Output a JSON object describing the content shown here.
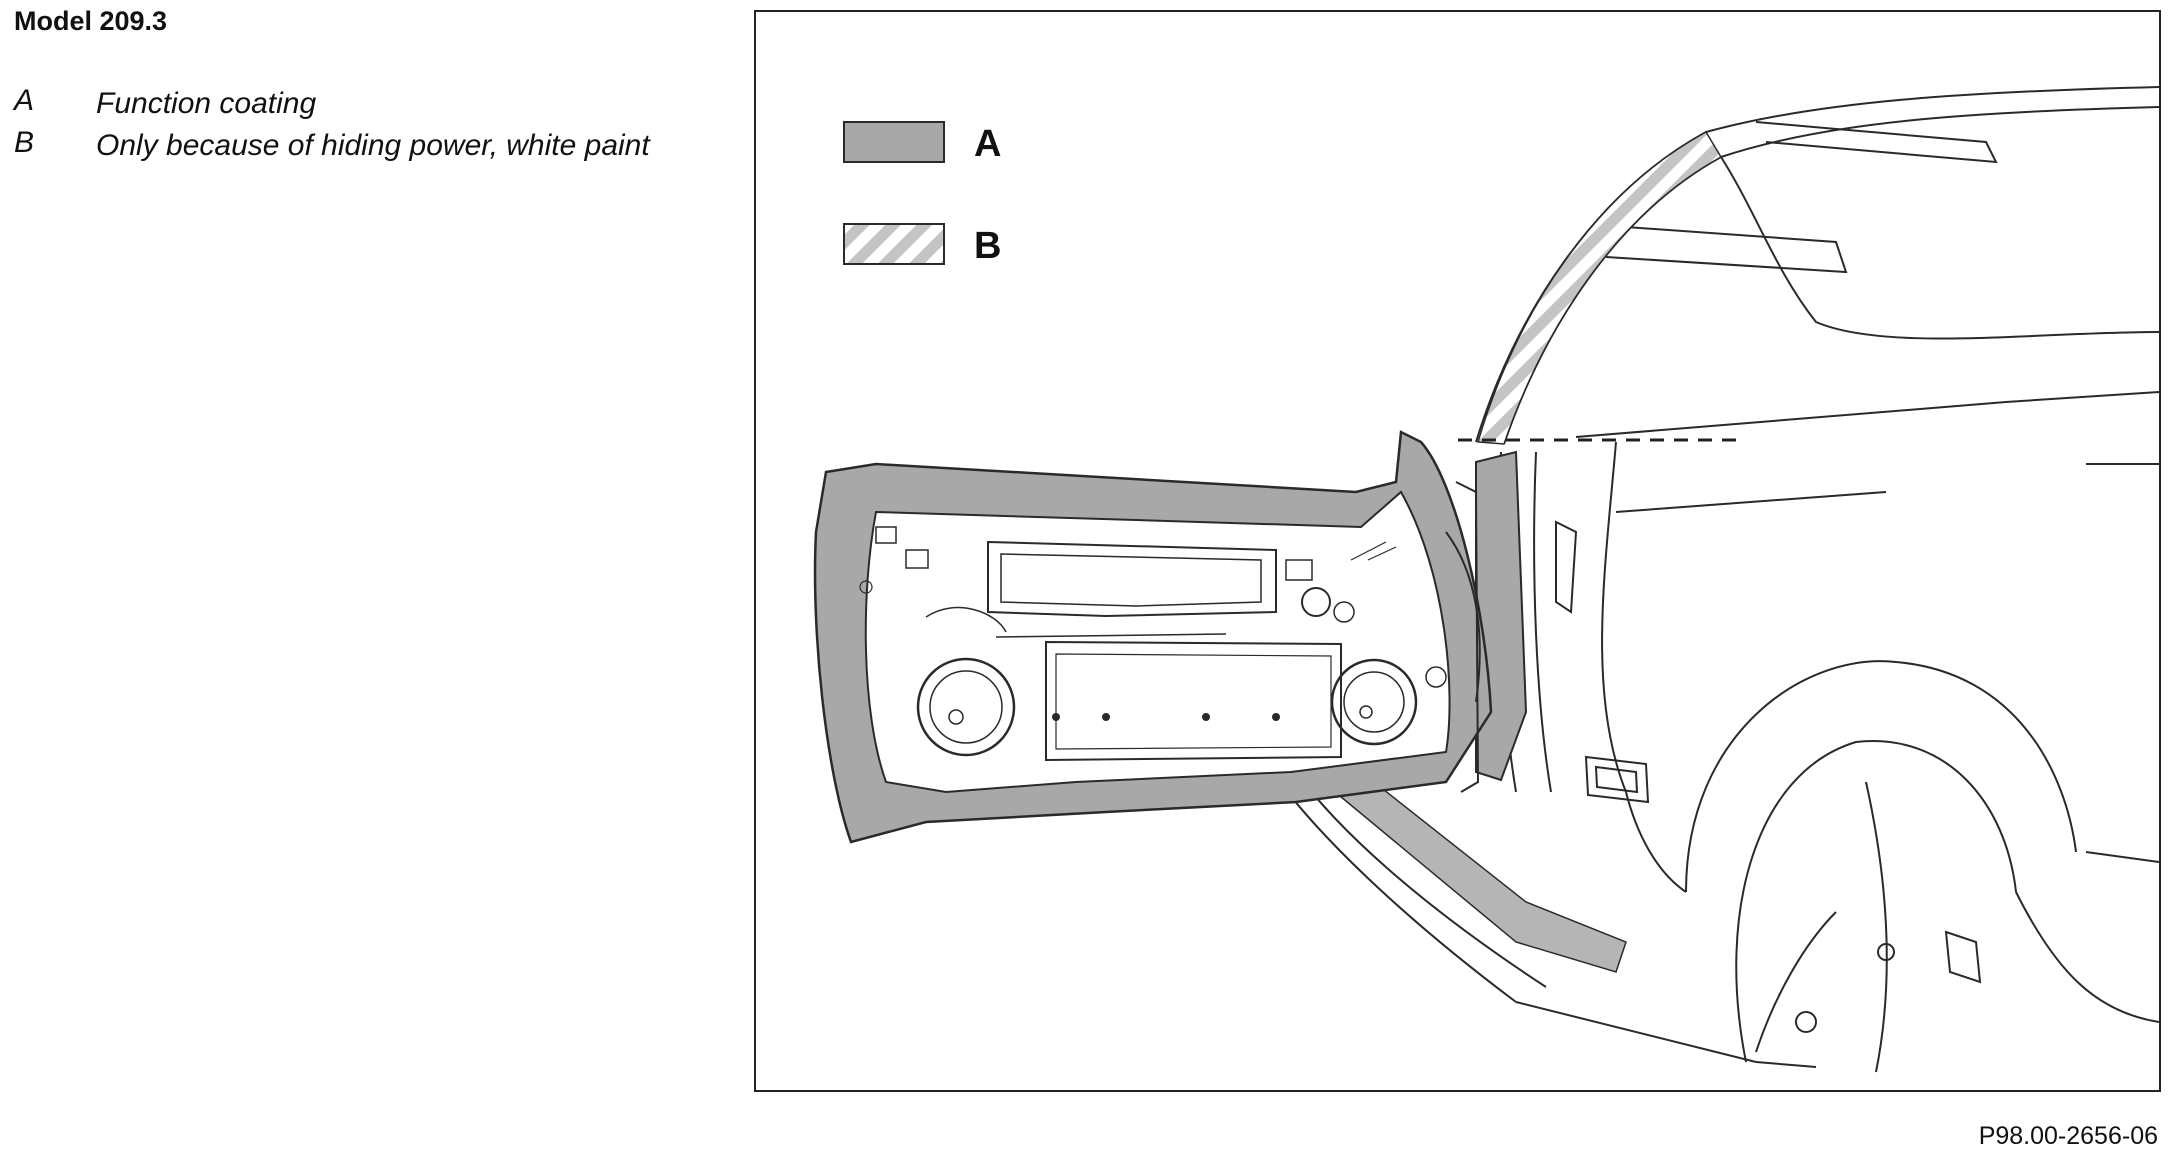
{
  "title": "Model 209.3",
  "legend": [
    {
      "key": "A",
      "desc": "Function coating"
    },
    {
      "key": "B",
      "desc": "Only because of hiding power, white paint"
    }
  ],
  "diagram": {
    "key_a": "A",
    "key_b": "B",
    "colors": {
      "coating_a": "#a8a8a8",
      "hatch_b": "#c4c4c4",
      "line": "#2a2a2a"
    }
  },
  "figure_code": "P98.00-2656-06"
}
